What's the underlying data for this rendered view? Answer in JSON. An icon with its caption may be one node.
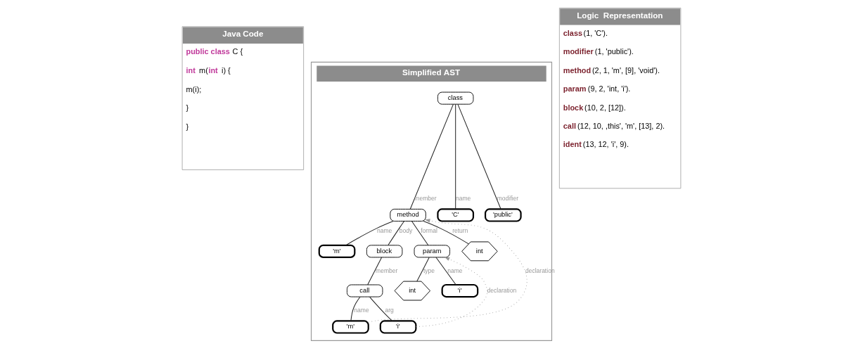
{
  "diagram": {
    "nodes": [
      {
        "text": [
          "Java Code",
          "**public class** C {",
          "**int** m(**int** i) {",
          "m(i);",
          "}",
          "}"
        ]
      },
      {
        "text": [
          "Simplified AST"
        ]
      },
      {
        "text": [
          "class"
        ],
        "in": 1
      },
      {
        "text": [
          "method"
        ],
        "in": 1
      },
      {
        "text": [
          "'C'"
        ],
        "in": 1
      },
      {
        "text": [
          "'public'"
        ],
        "in": 1
      },
      {
        "text": [
          "'m'"
        ],
        "in": 1
      },
      {
        "text": [
          "block"
        ],
        "in": 1
      },
      {
        "text": [
          "param"
        ],
        "in": 1
      },
      {
        "text": [
          "int"
        ],
        "in": 1
      },
      {
        "text": [
          "call"
        ],
        "in": 1
      },
      {
        "text": [
          "int"
        ],
        "in": 1
      },
      {
        "text": [
          "'i'"
        ],
        "in": 1
      },
      {
        "text": [
          "'m'"
        ],
        "in": 1
      },
      {
        "text": [
          "'i'"
        ],
        "in": 1
      },
      {
        "text": [
          "Logic  Representation",
          "**class**(1, 'C').",
          "**modifier**(1, 'public').",
          "**method**(2, 1, 'm', [9], 'void').",
          "**param**(9, 2, 'int, 'i').",
          "**block**(10, 2, [12]).",
          "**call**(12, 10, ,this', 'm', [13], 2).",
          "**ident**(13, 12, 'i', 9)."
        ]
      }
    ],
    "edges": [
      {
        "from": 2,
        "to": 3,
        "arrow": "none",
        "label": "member"
      },
      {
        "from": 2,
        "to": 4,
        "arrow": "none",
        "label": "name"
      },
      {
        "from": 2,
        "to": 5,
        "arrow": "none",
        "label": "modifier"
      },
      {
        "from": 3,
        "to": 6,
        "arrow": "none",
        "label": "name"
      },
      {
        "from": 3,
        "to": 7,
        "arrow": "none",
        "label": "body"
      },
      {
        "from": 3,
        "to": 8,
        "arrow": "none",
        "label": "formal"
      },
      {
        "from": 3,
        "to": 9,
        "arrow": "none",
        "label": "return"
      },
      {
        "from": 7,
        "to": 10,
        "arrow": "none",
        "label": "member"
      },
      {
        "from": 8,
        "to": 11,
        "arrow": "none",
        "label": "type"
      },
      {
        "from": 8,
        "to": 12,
        "arrow": "none",
        "label": "name"
      },
      {
        "from": 10,
        "to": 13,
        "arrow": "none",
        "label": "name"
      },
      {
        "from": 10,
        "to": 14,
        "arrow": "none",
        "label": "arg"
      },
      {
        "from": 13,
        "to": 3,
        "arrow": "to",
        "label": "declaration",
        "style": "dashed",
        "color": "#999999"
      },
      {
        "from": 14,
        "to": 8,
        "arrow": "to",
        "label": "declaration",
        "style": "dashed",
        "color": "#999999"
      }
    ]
  }
}
